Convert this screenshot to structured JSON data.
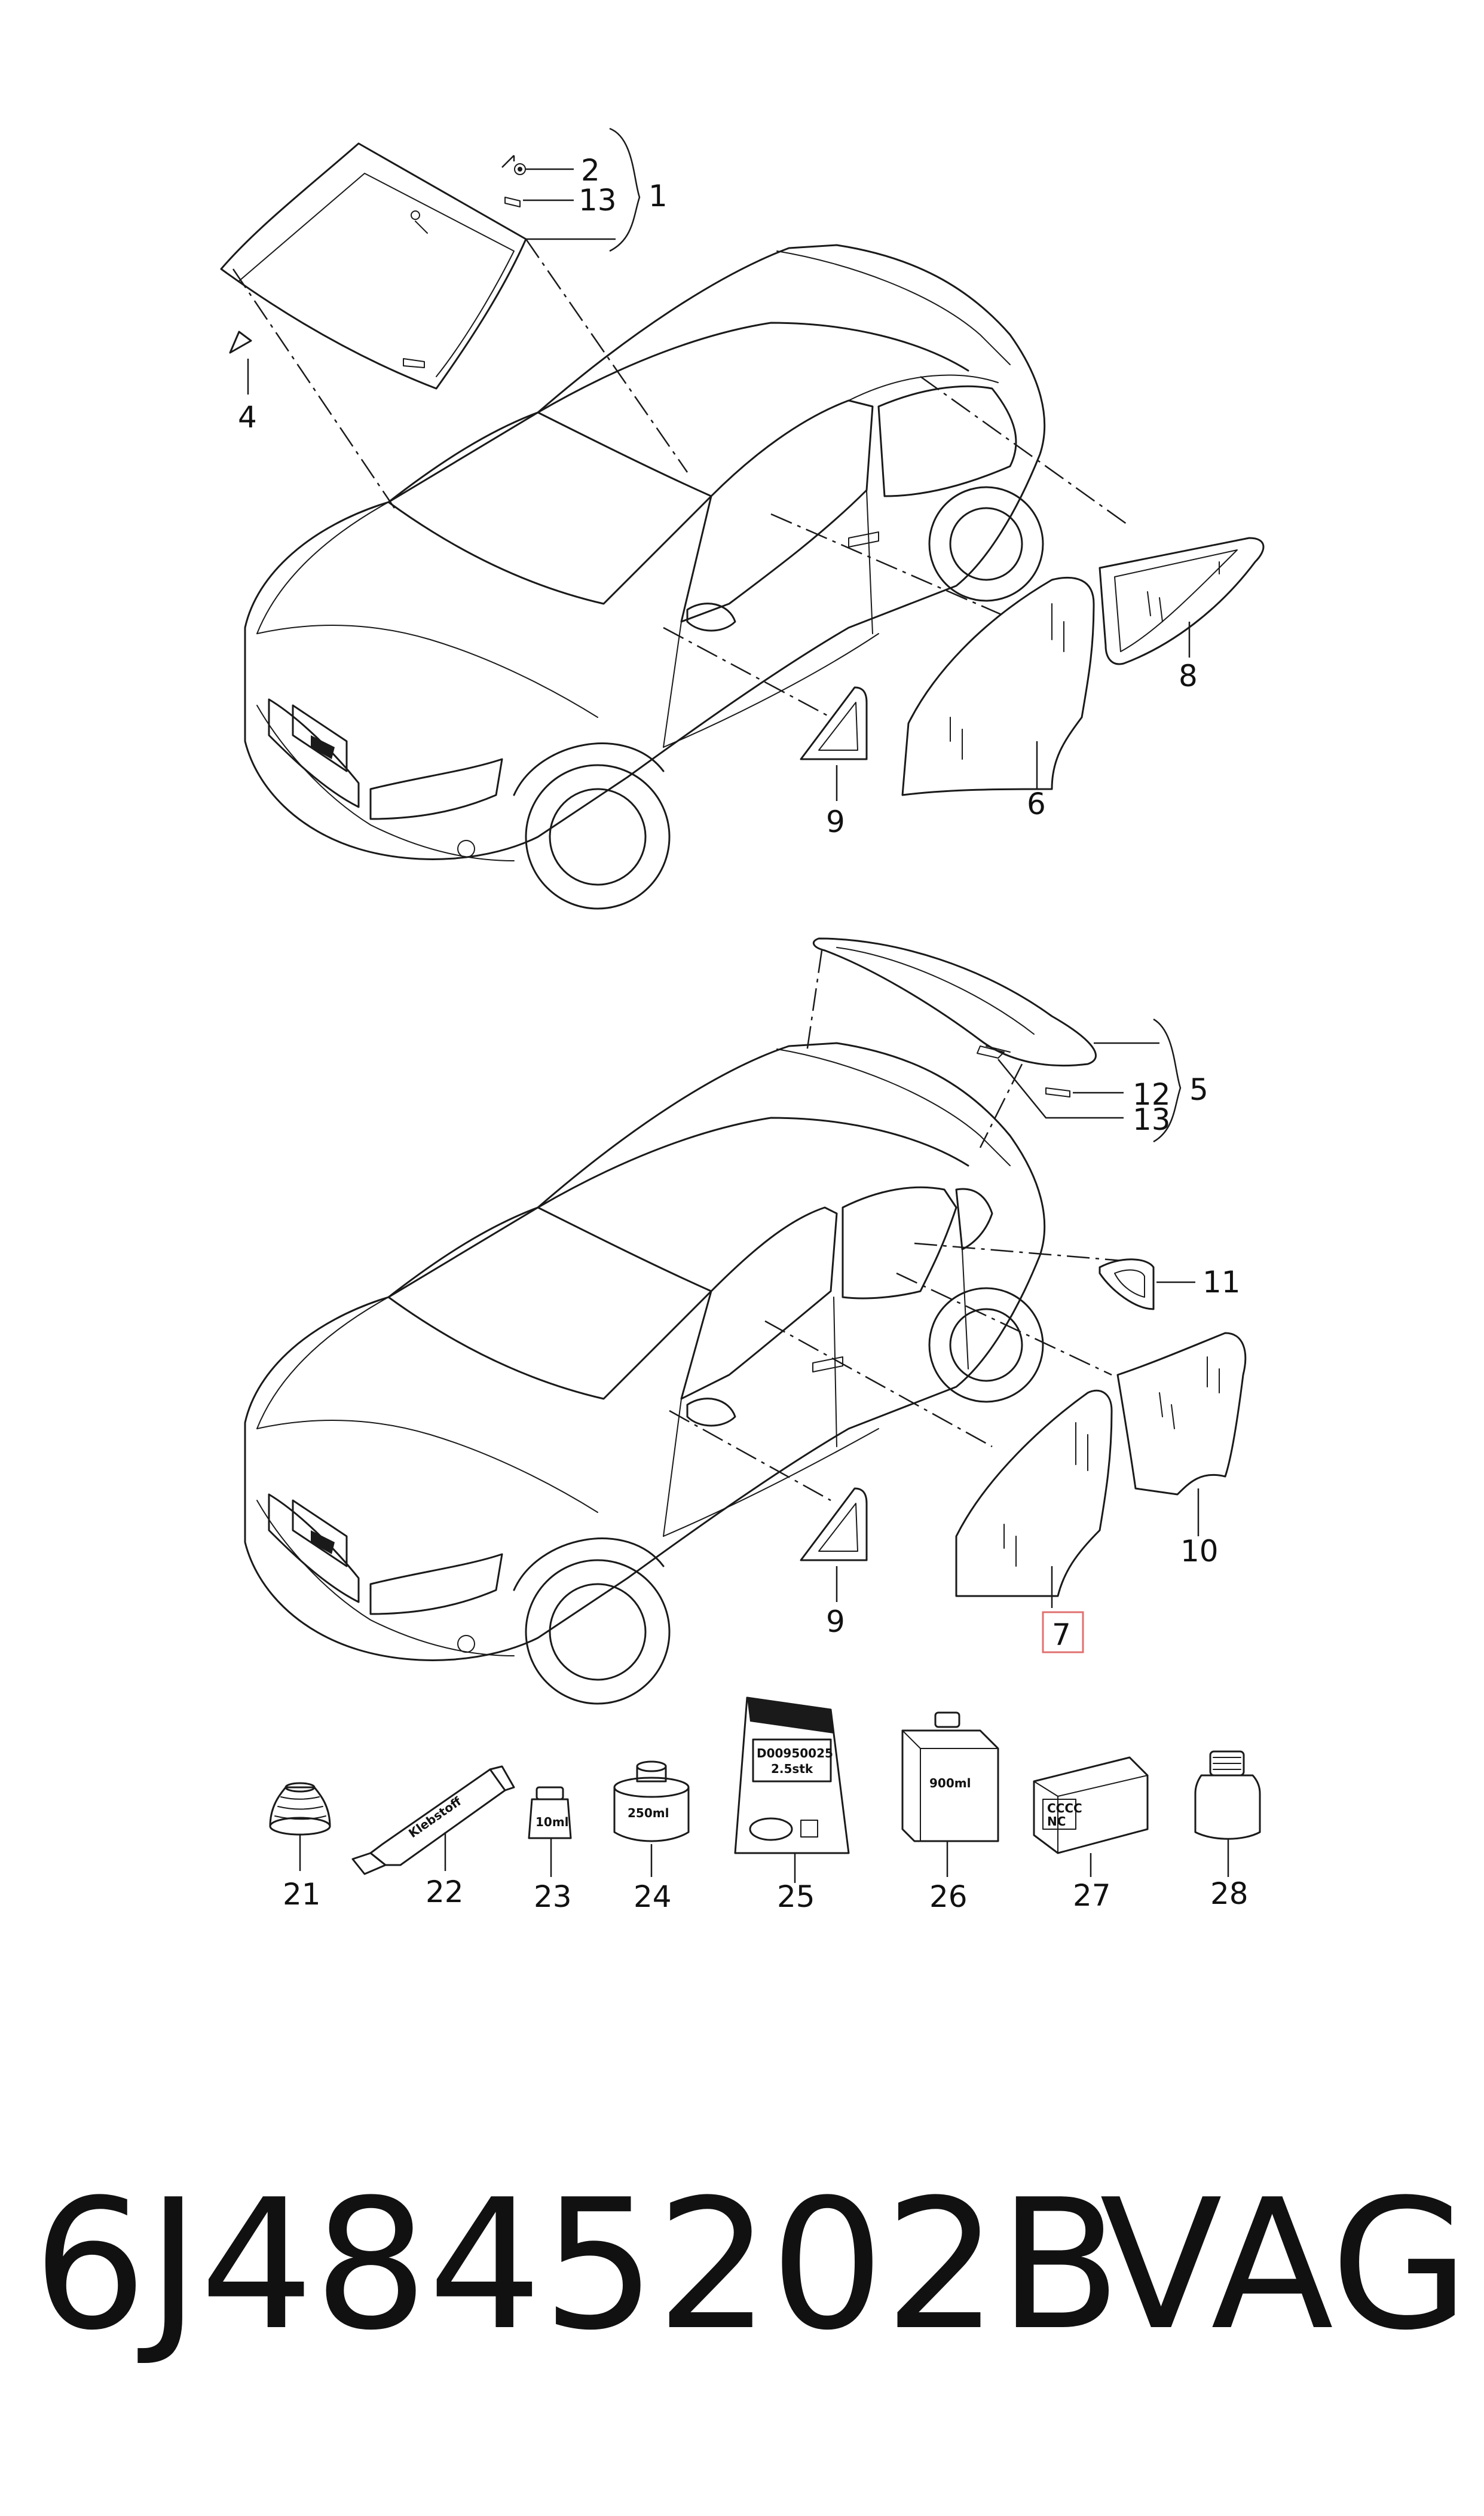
{
  "callouts": {
    "c1": "1",
    "c2": "2",
    "c13a": "13",
    "c4": "4",
    "c8": "8",
    "c6": "6",
    "c9a": "9",
    "c5": "5",
    "c12": "12",
    "c13b": "13",
    "c11": "11",
    "c10": "10",
    "c9b": "9",
    "c7": "7",
    "c21": "21",
    "c22": "22",
    "c23": "23",
    "c24": "24",
    "c25": "25",
    "c26": "26",
    "c27": "27",
    "c28": "28"
  },
  "packaging": {
    "tube_label": "Klebstoff",
    "bottle_10": "10ml",
    "can_250": "250ml",
    "pouch_code": "D00950025",
    "pouch_qty": "2.5stk",
    "jug_900": "900ml",
    "box_line1": "CCCC",
    "box_line2": "NC"
  },
  "footer": {
    "part_number": "6J4845202B",
    "brand": "VAG"
  },
  "colors": {
    "line": "#1a1a1a",
    "highlight_box": "#e07070",
    "background": "#ffffff"
  }
}
